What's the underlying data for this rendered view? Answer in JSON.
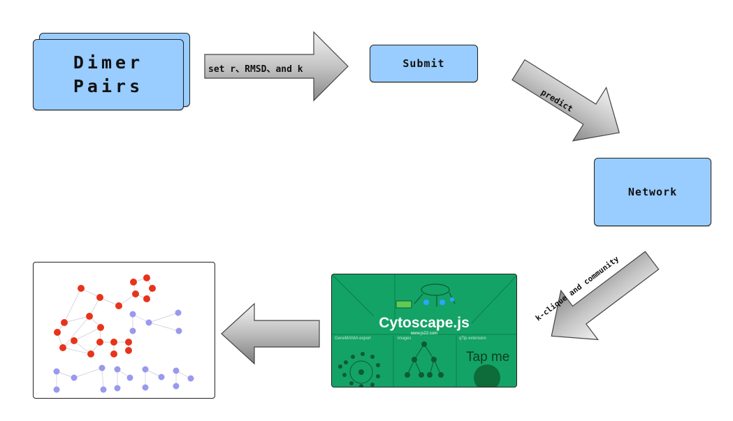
{
  "nodes": {
    "dimer_pairs": "Dimer\nPairs",
    "submit": "Submit",
    "network": "Network"
  },
  "arrows": {
    "set_params": "set r、RMSD、and k",
    "predict": "predict",
    "kclique": "k-clique and community"
  },
  "cytoscape": {
    "title": "Cytoscape.js",
    "url": "www.js22.com",
    "panels": [
      "GeneMANIA export",
      "images",
      "qTip extension"
    ],
    "tap": "Tap me"
  },
  "colors": {
    "node_fill": "#99ccff",
    "panel_green": "#13a366",
    "graph_red": "#e8331c",
    "graph_blue": "#9999ee"
  }
}
